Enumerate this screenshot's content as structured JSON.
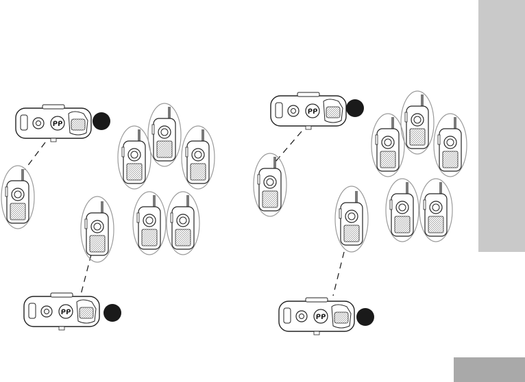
{
  "page": {
    "background": "#ffffff",
    "side_tab_color": "#c9c9c9",
    "page_tab_color": "#a9a9a9",
    "page_number": ""
  },
  "figure": {
    "line_color": "#222222",
    "oval_color": "#9a9a9a",
    "dot_color": "#1a1a1a",
    "icons": [
      "charger-base",
      "radio-handset",
      "status-dot",
      "dashed-link"
    ]
  }
}
